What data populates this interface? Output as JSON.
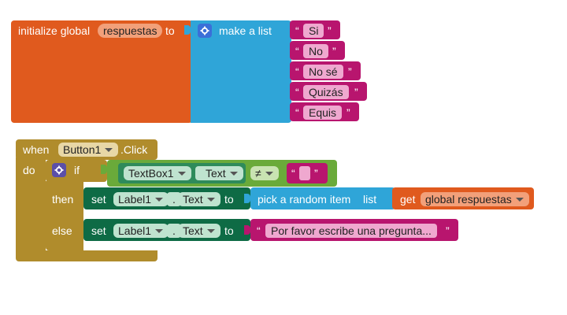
{
  "init_block": {
    "prefix": "initialize global",
    "var_name": "respuestas",
    "to": "to",
    "make_list": "make a list",
    "items": [
      "Si",
      "No",
      "No sé",
      "Quizás",
      "Equis"
    ]
  },
  "event_block": {
    "when": "when",
    "component": "Button1",
    "event": ".Click",
    "do": "do",
    "if": "if",
    "then": "then",
    "else": "else",
    "condition": {
      "component": "TextBox1",
      "property": "Text",
      "operator": "≠",
      "compare_text": ""
    },
    "then_set": {
      "set": "set",
      "component": "Label1",
      "property": "Text",
      "to": "to",
      "pick": "pick a random item",
      "list": "list",
      "get": "get",
      "var": "global respuestas"
    },
    "else_set": {
      "set": "set",
      "component": "Label1",
      "property": "Text",
      "to": "to",
      "text": "Por favor escribe una pregunta..."
    }
  },
  "colors": {
    "variable": "#E05A1E",
    "list": "#2FA5D8",
    "text": "#B8156E",
    "event": "#B08C2C",
    "control": "#B08C2C",
    "logic": "#6AAA3A",
    "setter": "#0E6B45",
    "getter_comp": "#2E8B5B"
  }
}
